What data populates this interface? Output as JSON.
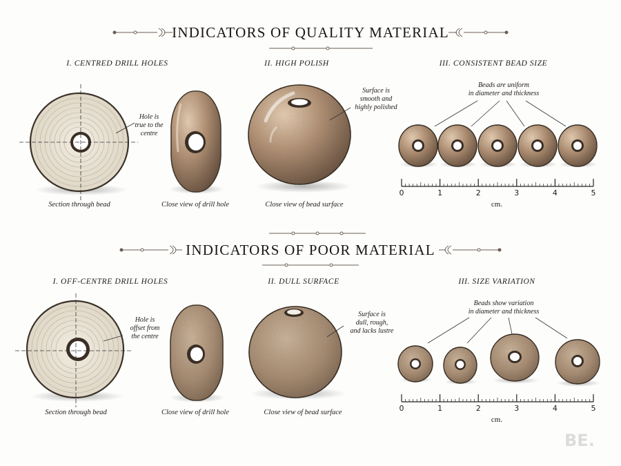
{
  "colors": {
    "ink": "#1e1a16",
    "stone": "#a88b70",
    "stone_dark": "#6e5644",
    "section": "#e2dccd",
    "logo": "#dcdcdc"
  },
  "quality": {
    "title": "INDICATORS OF QUALITY MATERIAL",
    "sections": [
      {
        "heading": "I.  CENTRED DRILL HOLES",
        "note": [
          "Hole is",
          "true to the",
          "centre"
        ],
        "captions": [
          "Section through bead",
          "Close view of drill hole"
        ]
      },
      {
        "heading": "II.  HIGH POLISH",
        "note": [
          "Surface is",
          "smooth and",
          "highly polished"
        ],
        "captions": [
          "Close view of bead surface"
        ]
      },
      {
        "heading": "III.  CONSISTENT BEAD SIZE",
        "note": [
          "Beads are uniform",
          "in diameter and thickness"
        ],
        "scale_ticks": [
          "0",
          "1",
          "2",
          "3",
          "4",
          "5"
        ],
        "unit": "cm."
      }
    ]
  },
  "poor": {
    "title": "INDICATORS OF POOR MATERIAL",
    "sections": [
      {
        "heading": "I.  OFF-CENTRE DRILL HOLES",
        "note": [
          "Hole is",
          "offset from",
          "the centre"
        ],
        "captions": [
          "Section through bead",
          "Close view of drill hole"
        ]
      },
      {
        "heading": "II.  DULL SURFACE",
        "note": [
          "Surface is",
          "dull, rough,",
          "and lacks lustre"
        ],
        "captions": [
          "Close view of bead surface"
        ]
      },
      {
        "heading": "III.  SIZE VARIATION",
        "note": [
          "Beads show variation",
          "in diameter and thickness"
        ],
        "scale_ticks": [
          "0",
          "1",
          "2",
          "3",
          "4",
          "5"
        ],
        "unit": "cm."
      }
    ]
  },
  "logo_text": "BE."
}
